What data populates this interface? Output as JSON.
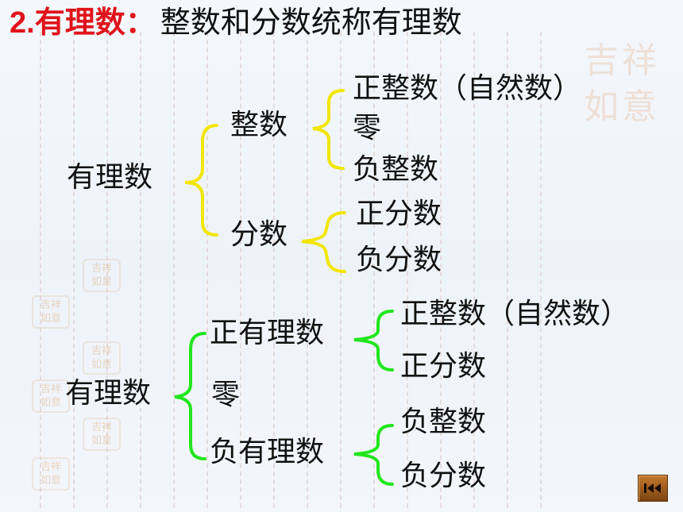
{
  "title": {
    "number": "2.",
    "term": "有理数",
    "colon": "：",
    "text": "整数和分数统称有理数"
  },
  "tree1": {
    "root": "有理数",
    "integer": {
      "label": "整数",
      "items": [
        "正整数（自然数）",
        "零",
        "负整数"
      ]
    },
    "fraction": {
      "label": "分数",
      "items": [
        "正分数",
        "负分数"
      ]
    }
  },
  "tree2": {
    "root": "有理数",
    "positive": {
      "label": "正有理数",
      "items": [
        "正整数（自然数）",
        "正分数"
      ]
    },
    "zero": "零",
    "negative": {
      "label": "负有理数",
      "items": [
        "负整数",
        "负分数"
      ]
    }
  },
  "colors": {
    "title_accent": "#e0141b",
    "brace_yellow": "#f2e600",
    "brace_green": "#22e61c",
    "nav_button": "#a75f1e"
  },
  "icons": {
    "nav": "skip-to-start-icon",
    "decor": "seal-stamp-icon"
  }
}
